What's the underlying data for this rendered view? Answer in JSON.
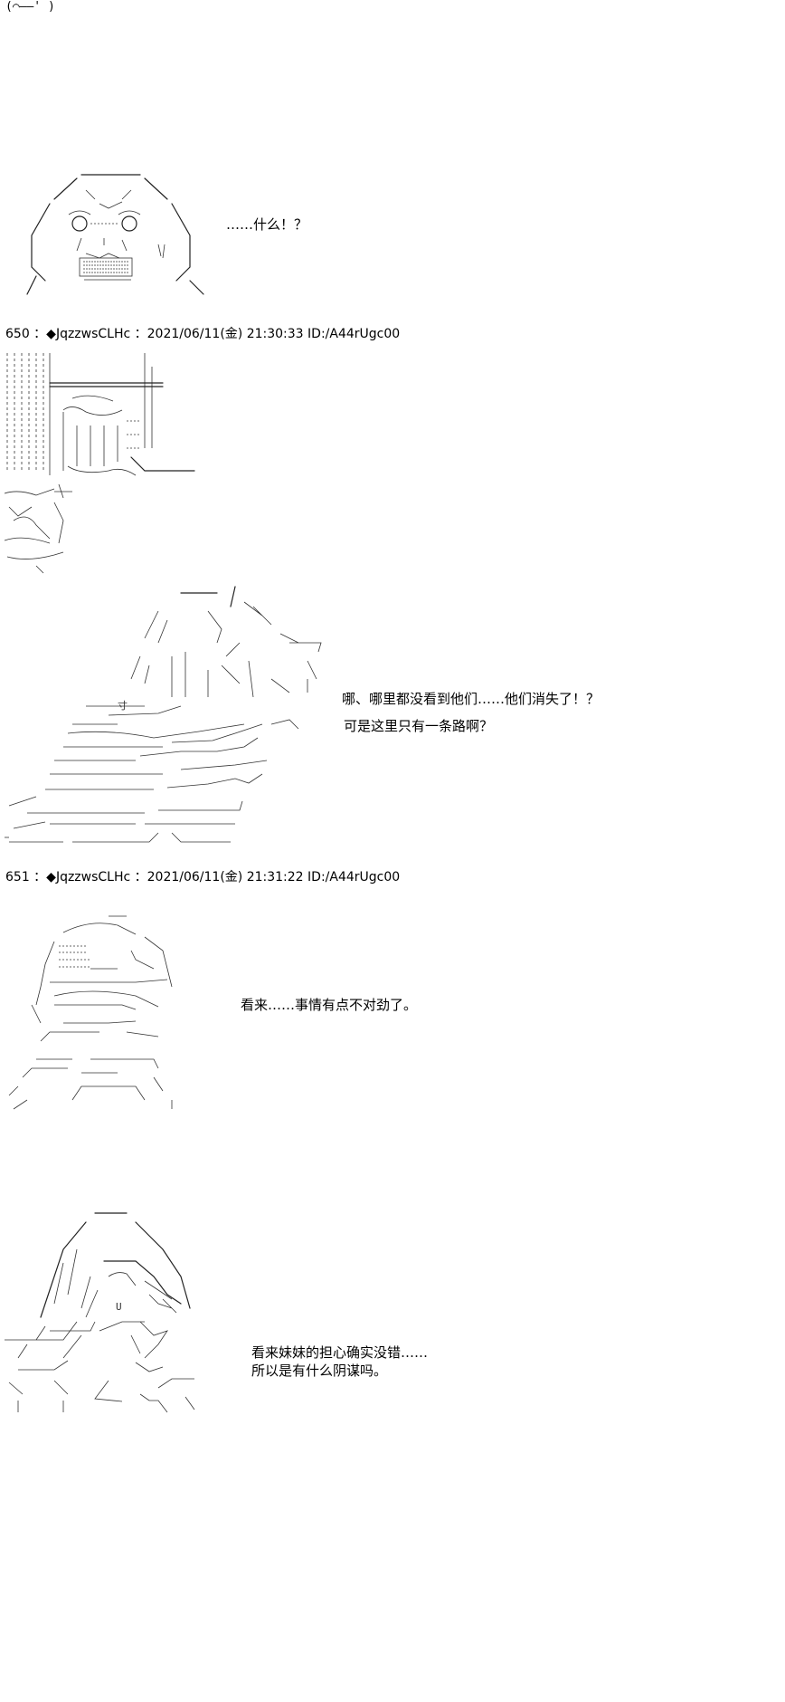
{
  "top_fragment": "(⌒——' )",
  "posts": [
    {
      "header": "650 ：◆JqzzwsCLHc ：2021/06/11(金) 21:30:33 ID:/A44rUgc00"
    },
    {
      "header": "651 ：◆JqzzwsCLHc ：2021/06/11(金) 21:31:22 ID:/A44rUgc00"
    }
  ],
  "dialogs": {
    "d1": "……什么！？",
    "d2_line1": "哪、哪里都没看到他们……他们消失了！？",
    "d2_line2": "可是这里只有一条路啊？",
    "d3": "看来……事情有点不对劲了。",
    "d4_line1": "看来妹妹的担心确实没错……",
    "d4_line2": "所以是有什么阴谋吗。"
  },
  "art": {
    "face_eyes": "(○ )::::(○ )",
    "face_teeth": "|▒▒▒▒▒▒▒▒|",
    "cave_mark": "≡≡≡≡≡≡≡≡≡≡≡≡≡≡",
    "hood_symbol": "寸",
    "bottom_char": "U"
  }
}
